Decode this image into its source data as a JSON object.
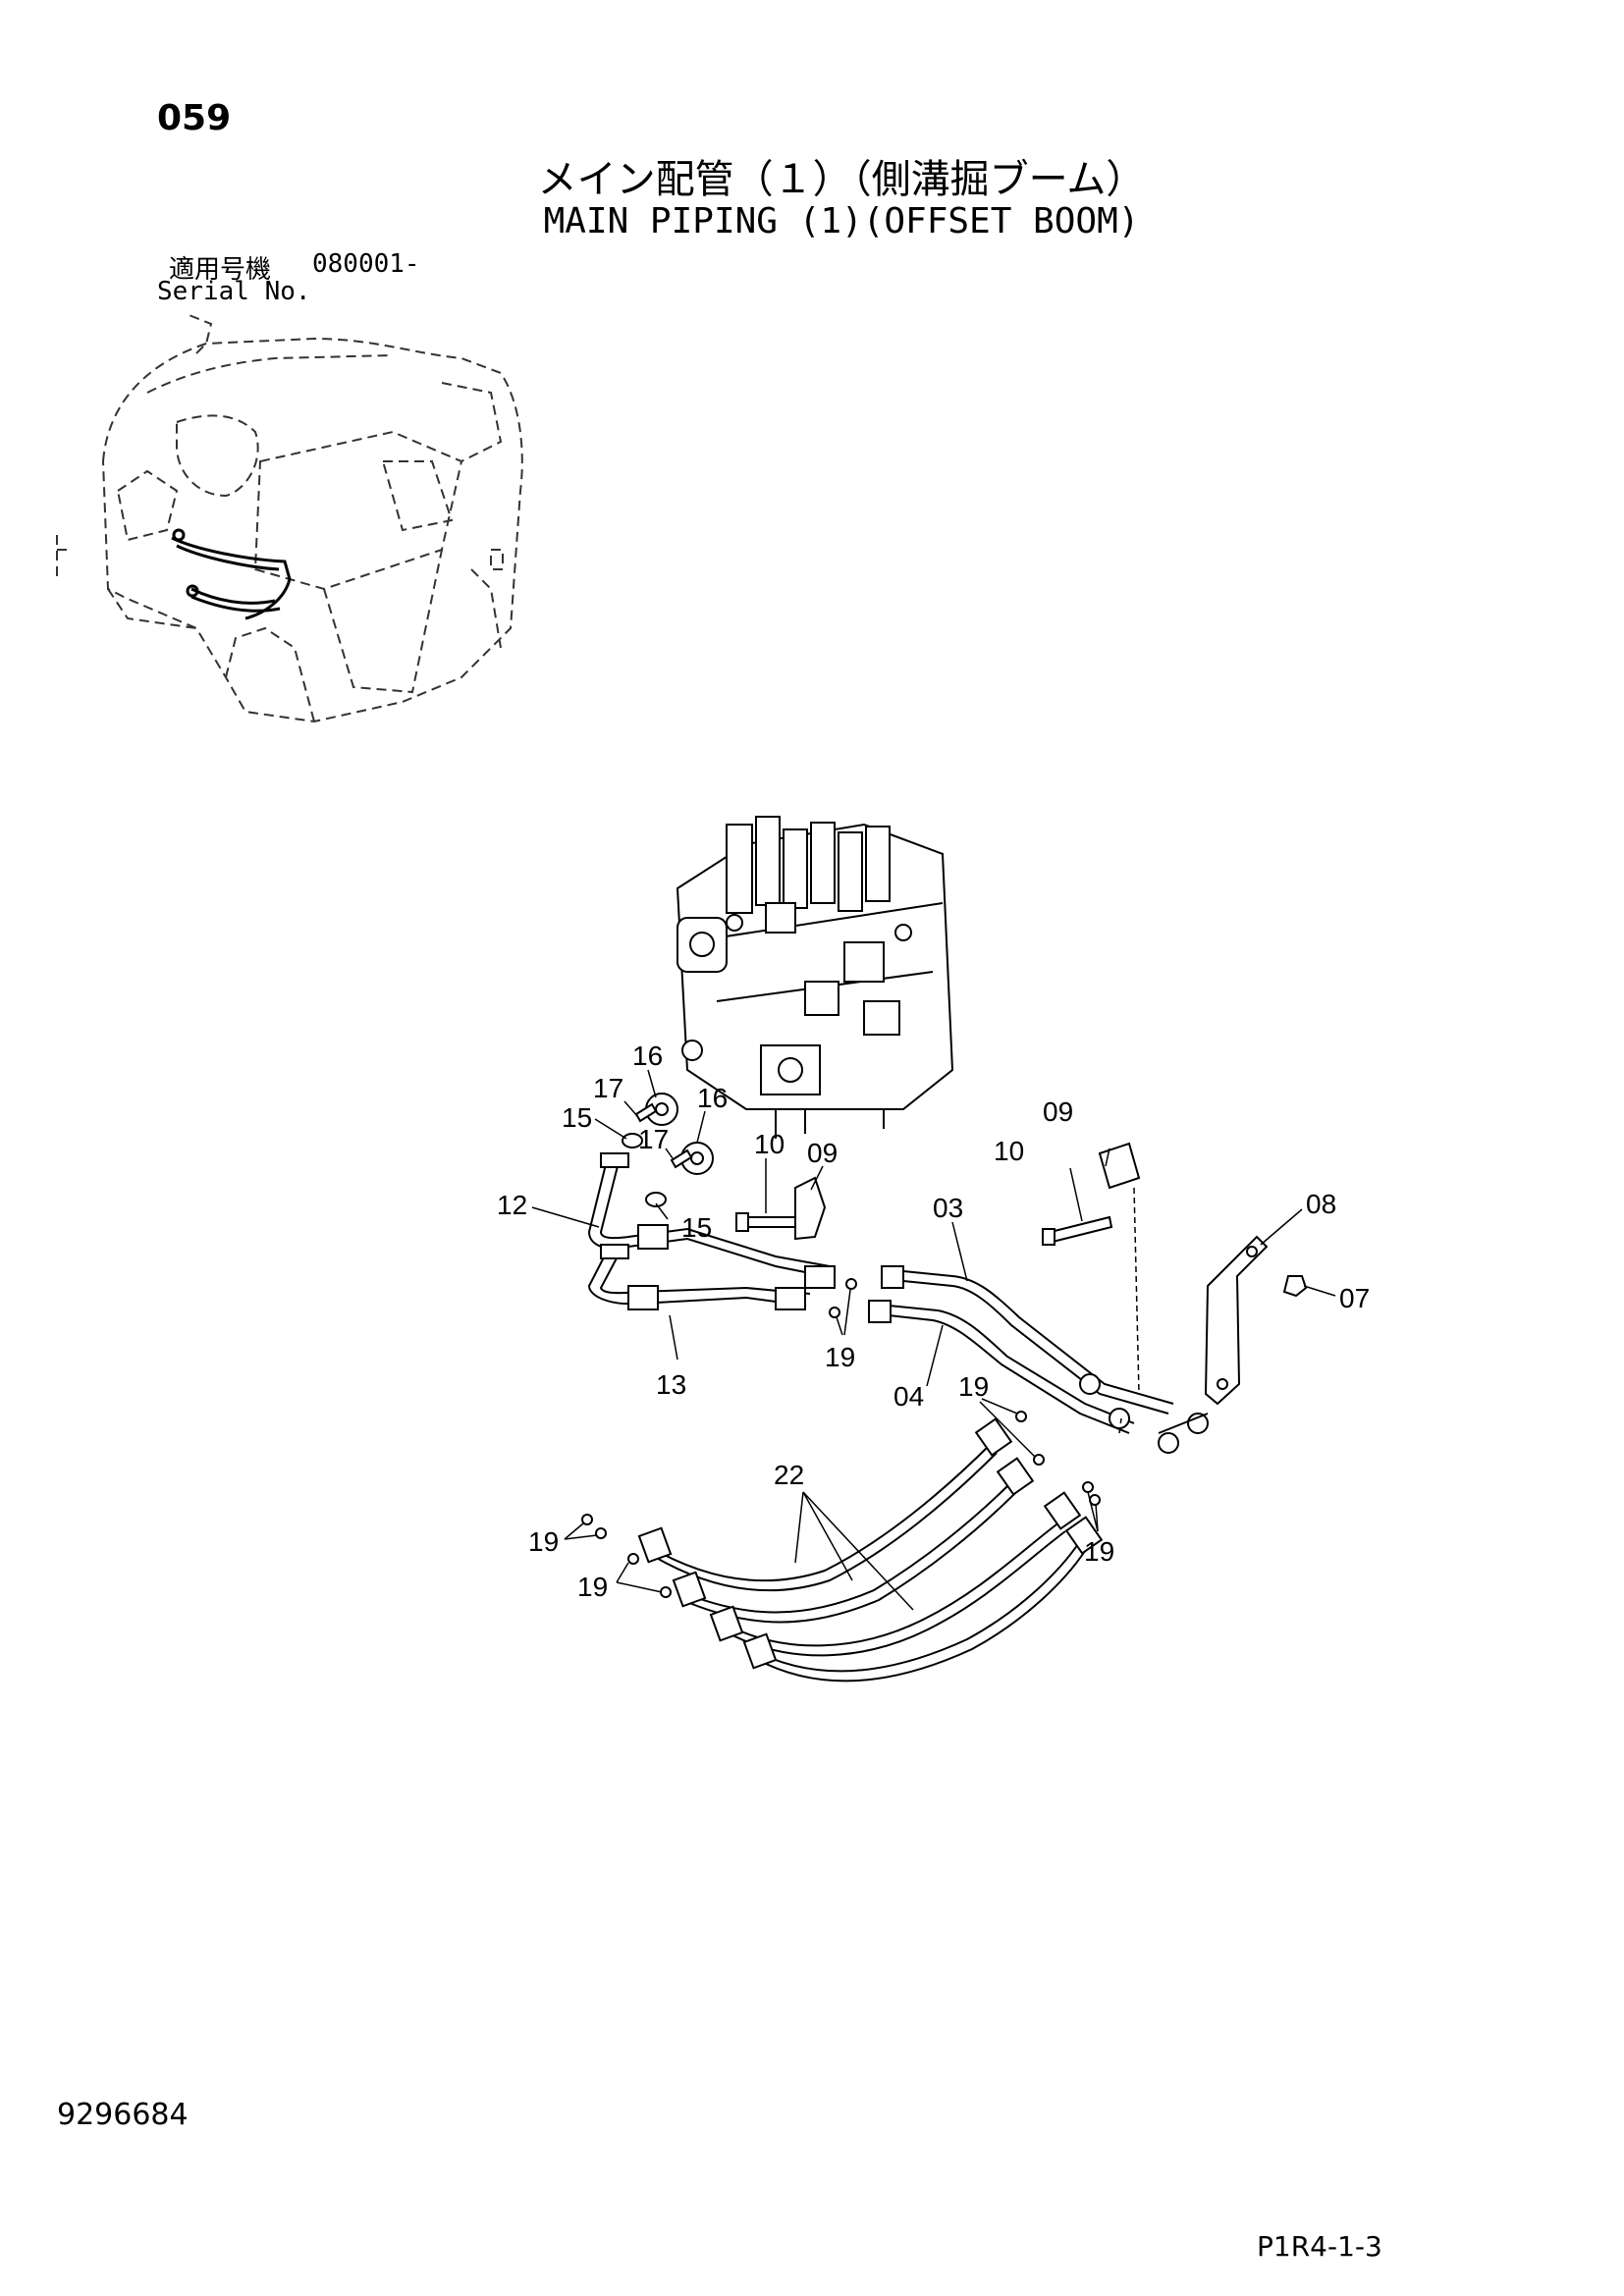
{
  "header": {
    "page_number": "059",
    "title_jp": "メイン配管（１）（側溝掘ブーム）",
    "title_en": "MAIN PIPING (1)(OFFSET BOOM)",
    "serial_label_jp": "適用号機",
    "serial_value": "080001-",
    "serial_label_en": "Serial No."
  },
  "footer": {
    "doc_number": "9296684",
    "page_code": "P1R4-1-3"
  },
  "callouts": {
    "c16a": "16",
    "c17a": "17",
    "c15a": "15",
    "c16b": "16",
    "c17b": "17",
    "c10a": "10",
    "c09a": "09",
    "c12": "12",
    "c15b": "15",
    "c03": "03",
    "c09b": "09",
    "c10b": "10",
    "c08": "08",
    "c07": "07",
    "c19a": "19",
    "c13": "13",
    "c04": "04",
    "c19b": "19",
    "c22": "22",
    "c19c": "19",
    "c19d": "19",
    "c19e": "19"
  }
}
